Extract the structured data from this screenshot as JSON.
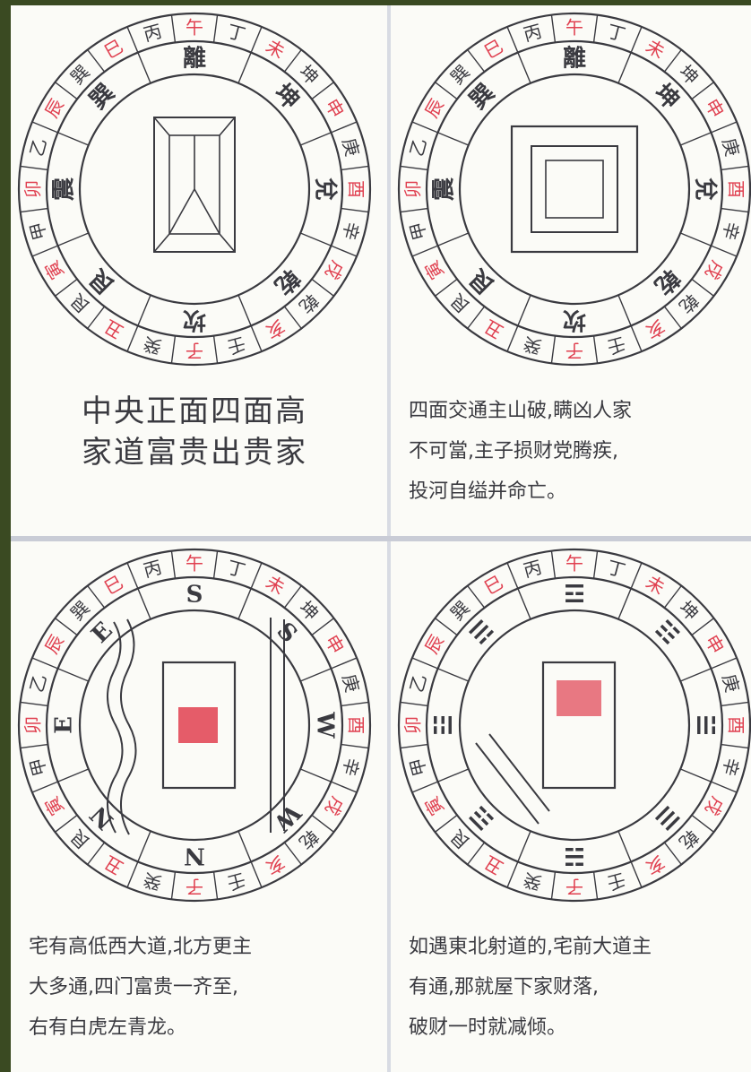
{
  "colors": {
    "ink": "#3a3a40",
    "red": "#e04050",
    "page": "#fbfbf7",
    "frame": "#3a4a22"
  },
  "outer_ring": [
    "丙",
    "午",
    "丁",
    "未",
    "坤",
    "申",
    "庚",
    "酉",
    "辛",
    "戌",
    "乾",
    "亥",
    "壬",
    "子",
    "癸",
    "丑",
    "艮",
    "寅",
    "甲",
    "卯",
    "乙",
    "辰",
    "巽",
    "巳"
  ],
  "outer_ring_red": [
    1,
    3,
    5,
    7,
    9,
    11,
    13,
    15,
    17,
    19,
    21,
    23
  ],
  "panels": [
    {
      "id": "p1",
      "inner_ring": [
        "離",
        "坤",
        "兌",
        "乾",
        "坎",
        "艮",
        "震",
        "巽"
      ],
      "center": "hall",
      "caption": [
        "中央正面四面高",
        "家道富贵出贵家"
      ]
    },
    {
      "id": "p2",
      "inner_ring": [
        "離",
        "坤",
        "兌",
        "乾",
        "坎",
        "艮",
        "震",
        "巽"
      ],
      "center": "square",
      "caption": [
        "四面交通主山破,瞒凶人家",
        "不可當,主子损财党腾疾,",
        "投河自缢并命亡。"
      ]
    },
    {
      "id": "p3",
      "inner_ring": [
        "S",
        "S",
        "W",
        "W",
        "N",
        "N",
        "E",
        "E"
      ],
      "center": "river",
      "caption": [
        "宅有高低西大道,北方更主",
        "大多通,四门富贵一齐至,",
        "右有白虎左青龙。"
      ]
    },
    {
      "id": "p4",
      "inner_ring": [
        "☲",
        "☷",
        "☱",
        "☰",
        "☵",
        "☶",
        "☳",
        "☴"
      ],
      "center": "road",
      "caption": [
        "如遇東北射道的,宅前大道主",
        "有通,那就屋下家财落,",
        "破财一时就减倾。"
      ]
    }
  ]
}
